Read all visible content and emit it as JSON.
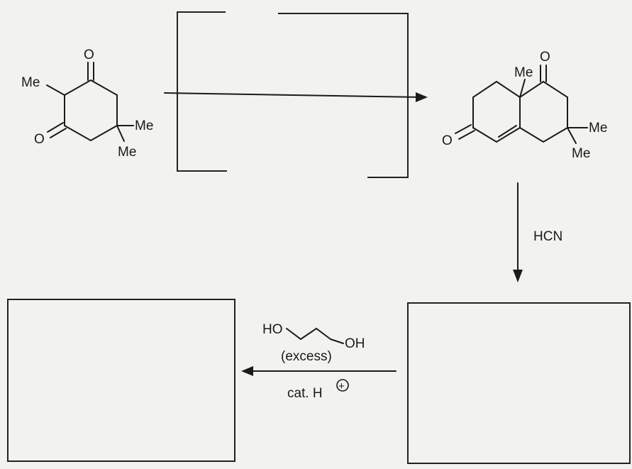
{
  "colors": {
    "ink": "#1a1a1a",
    "paper": "#f2f2f0",
    "box_fill": "#ffffff"
  },
  "starting_material": {
    "labels": {
      "methyl_left": "Me",
      "methyl_gem_a": "Me",
      "methyl_gem_b": "Me",
      "oxygen_top": "O",
      "oxygen_bottom": "O"
    }
  },
  "product": {
    "labels": {
      "methyl_angular": "Me",
      "oxygen_ketone": "O",
      "oxygen_enone": "O",
      "methyl_gem_a": "Me",
      "methyl_gem_b": "Me"
    }
  },
  "steps": {
    "step2_reagent": "HCN",
    "step3_reagent": {
      "diol_left": "HO",
      "diol_right": "OH",
      "condition": "(excess)",
      "catalyst": "cat. H",
      "charge_symbol": "+"
    }
  },
  "answer_boxes": [
    "box-step1-intermediate",
    "box-step2-product",
    "box-step3-product"
  ]
}
